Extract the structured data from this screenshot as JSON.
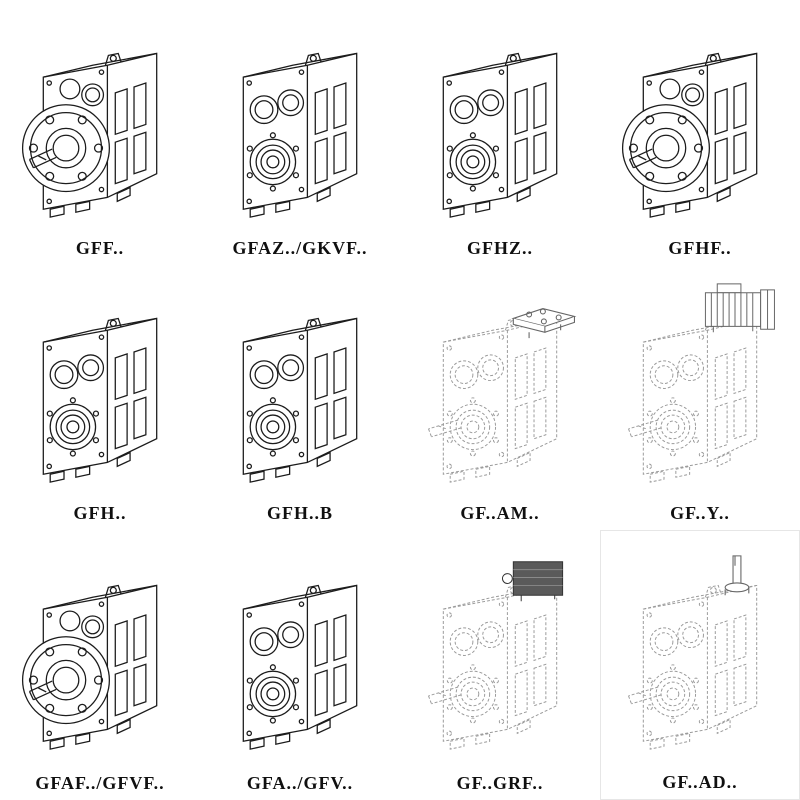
{
  "page": {
    "background": "#ffffff",
    "description": "Catalog overview of GF-series parallel shaft helical gear units"
  },
  "colors": {
    "line": "#1c1c1c",
    "dashed_line": "#9a9a9a",
    "background": "#ffffff"
  },
  "cells": [
    {
      "label": "GFF..",
      "drawing": "flange-mounted-gearbox",
      "style": "solid"
    },
    {
      "label": "GFAZ../GKVF..",
      "drawing": "hollow-shaft-gearbox",
      "style": "solid"
    },
    {
      "label": "GFHZ..",
      "drawing": "hollow-shaft-gearbox",
      "style": "solid"
    },
    {
      "label": "GFHF..",
      "drawing": "flange-mounted-gearbox",
      "style": "solid"
    },
    {
      "label": "GFH..",
      "drawing": "hollow-shaft-gearbox",
      "style": "solid"
    },
    {
      "label": "GFH..B",
      "drawing": "hollow-shaft-gearbox-foot-mounted",
      "style": "solid"
    },
    {
      "label": "GF..AM..",
      "drawing": "gearbox-with-motor-adapter-flange",
      "style": "dashed"
    },
    {
      "label": "GF..Y..",
      "drawing": "gearbox-with-mounted-motor",
      "style": "dashed"
    },
    {
      "label": "GFAF../GFVF..",
      "drawing": "flange-mounted-gearbox",
      "style": "solid"
    },
    {
      "label": "GFA../GFV..",
      "drawing": "hollow-shaft-gearbox",
      "style": "solid"
    },
    {
      "label": "GF..GRF..",
      "drawing": "gearbox-with-servo-adapter-block",
      "style": "dashed"
    },
    {
      "label": "GF..AD..",
      "drawing": "gearbox-with-input-shaft-adapter",
      "style": "dashed"
    }
  ]
}
